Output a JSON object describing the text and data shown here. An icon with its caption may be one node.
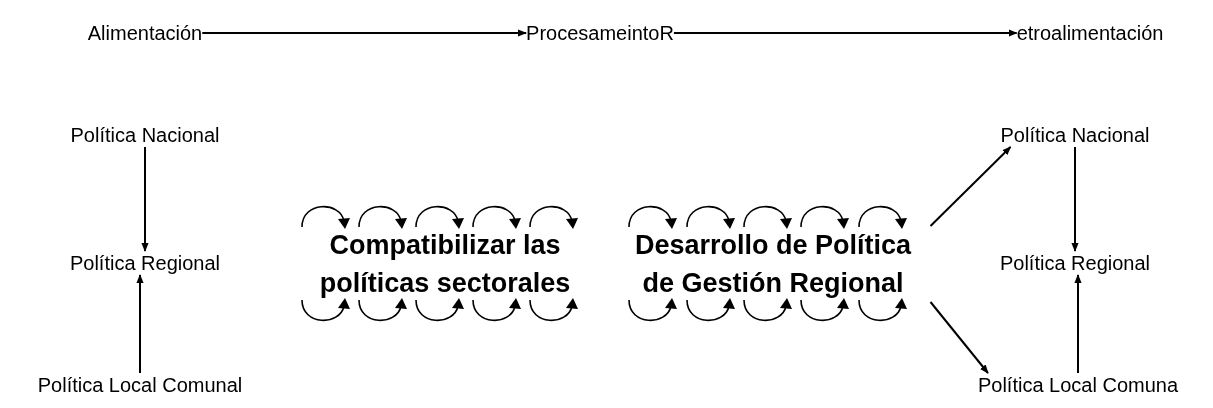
{
  "diagram": {
    "nodes": [
      {
        "text": [
          "Alimentación"
        ]
      },
      {
        "text": [
          "ProcesameintoR"
        ]
      },
      {
        "text": [
          "etroalimentación"
        ]
      },
      {
        "text": [
          "Política Nacional"
        ]
      },
      {
        "text": [
          "Política Regional"
        ]
      },
      {
        "text": [
          "Política Local Comunal"
        ]
      },
      {
        "text": [
          "Compatibilizar las políticas sectorales"
        ]
      },
      {
        "text": [
          "Desarrollo de Política de Gestión Regional"
        ]
      },
      {
        "text": [
          "Política Nacional"
        ]
      },
      {
        "text": [
          "Política Regional"
        ]
      },
      {
        "text": [
          "Política Local Comuna"
        ]
      }
    ],
    "edges": [
      {
        "from": 0,
        "to": 1,
        "arrow": "to"
      },
      {
        "from": 1,
        "to": 2,
        "arrow": "to"
      },
      {
        "from": 3,
        "to": 4,
        "arrow": "to"
      },
      {
        "from": 5,
        "to": 4,
        "arrow": "to"
      },
      {
        "from": 7,
        "to": 8,
        "arrow": "to"
      },
      {
        "from": 7,
        "to": 10,
        "arrow": "to"
      },
      {
        "from": 8,
        "to": 9,
        "arrow": "to"
      },
      {
        "from": 10,
        "to": 9,
        "arrow": "to"
      }
    ]
  }
}
